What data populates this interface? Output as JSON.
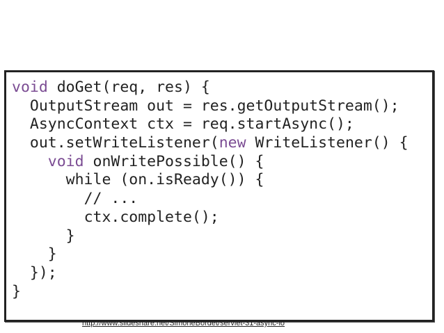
{
  "code": {
    "lines": [
      {
        "indent": "",
        "segments": [
          {
            "text": "void",
            "kw": true
          },
          {
            "text": " doGet(req, res) {",
            "kw": false
          }
        ]
      },
      {
        "indent": "  ",
        "segments": [
          {
            "text": "OutputStream out = res.getOutputStream();",
            "kw": false
          }
        ]
      },
      {
        "indent": "  ",
        "segments": [
          {
            "text": "AsyncContext ctx = req.startAsync();",
            "kw": false
          }
        ]
      },
      {
        "indent": "  ",
        "segments": [
          {
            "text": "out.setWriteListener(",
            "kw": false
          },
          {
            "text": "new",
            "kw": true
          },
          {
            "text": " WriteListener() {",
            "kw": false
          }
        ]
      },
      {
        "indent": "    ",
        "segments": [
          {
            "text": "void",
            "kw": true
          },
          {
            "text": " onWritePossible() {",
            "kw": false
          }
        ]
      },
      {
        "indent": "      ",
        "segments": [
          {
            "text": "while (on.isReady()) {",
            "kw": false
          }
        ]
      },
      {
        "indent": "        ",
        "segments": [
          {
            "text": "// ...",
            "kw": false
          }
        ]
      },
      {
        "indent": "        ",
        "segments": [
          {
            "text": "ctx.complete();",
            "kw": false
          }
        ]
      },
      {
        "indent": "      ",
        "segments": [
          {
            "text": "}",
            "kw": false
          }
        ]
      },
      {
        "indent": "    ",
        "segments": [
          {
            "text": "}",
            "kw": false
          }
        ]
      },
      {
        "indent": "  ",
        "segments": [
          {
            "text": "});",
            "kw": false
          }
        ]
      },
      {
        "indent": "",
        "segments": [
          {
            "text": "}",
            "kw": false
          }
        ]
      }
    ]
  },
  "source": {
    "url": "http://www.slideshare.net/SimoneBordet/servlet-31-async-io"
  },
  "colors": {
    "keyword": "#7b4c93",
    "text": "#222222",
    "border": "#222222",
    "background": "#ffffff"
  }
}
